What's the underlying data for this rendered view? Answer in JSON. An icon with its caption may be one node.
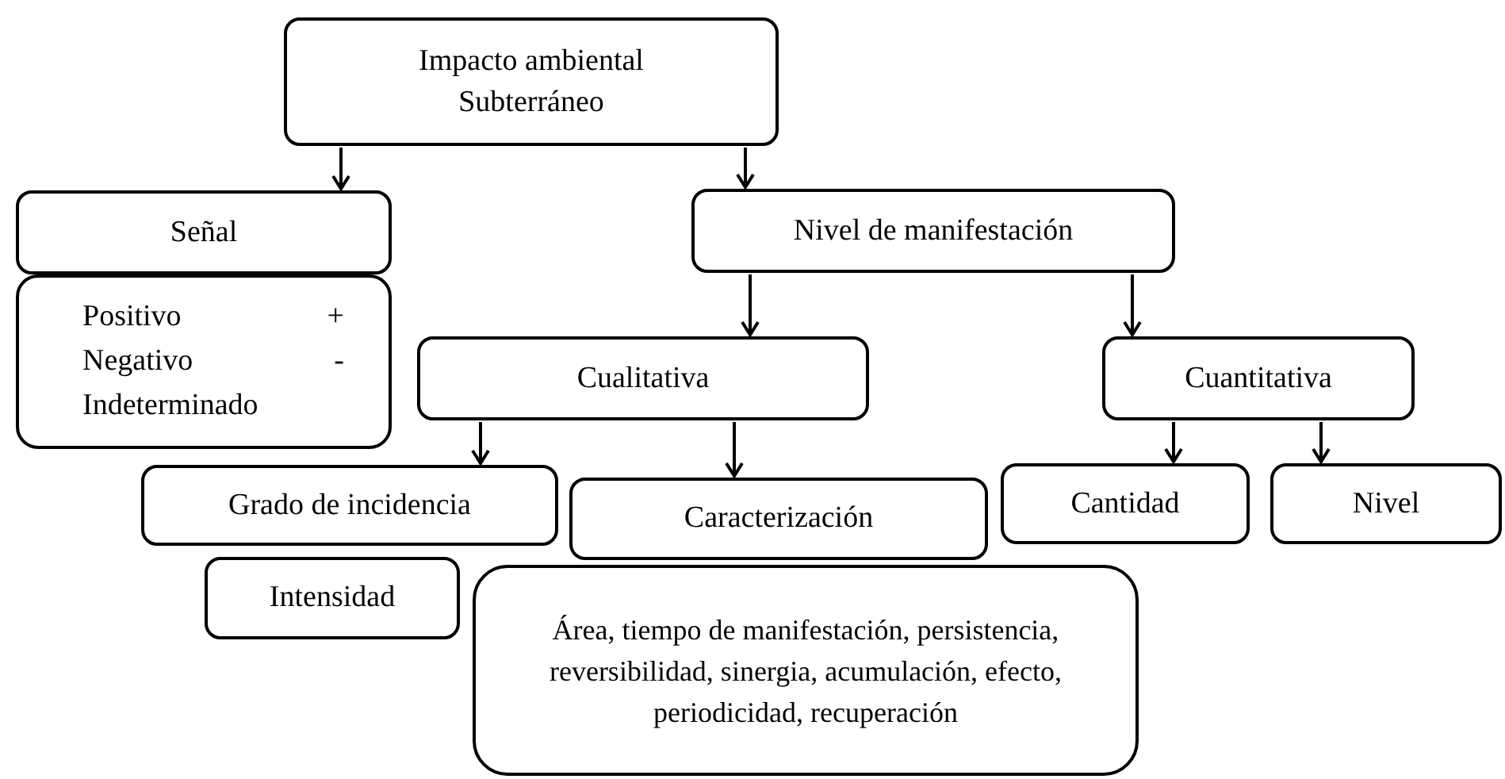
{
  "diagram": {
    "nodes": [
      {
        "text": [
          "Impacto ambiental Subterráneo"
        ]
      },
      {
        "text": [
          "Señal"
        ]
      },
      {
        "text": [
          "Positivo",
          "+",
          "Negativo",
          "-",
          "Indeterminado"
        ]
      },
      {
        "text": [
          "Nivel de manifestación"
        ]
      },
      {
        "text": [
          "Cualitativa"
        ]
      },
      {
        "text": [
          "Cuantitativa"
        ]
      },
      {
        "text": [
          "Grado de incidencia"
        ]
      },
      {
        "text": [
          "Caracterización"
        ]
      },
      {
        "text": [
          "Cantidad"
        ]
      },
      {
        "text": [
          "Nivel"
        ]
      },
      {
        "text": [
          "Intensidad"
        ]
      },
      {
        "text": [
          "Área, tiempo de manifestación, persistencia, reversibilidad, sinergia, acumulación, efecto, periodicidad, recuperación"
        ]
      }
    ],
    "edges": [
      {
        "from": 0,
        "to": 1,
        "arrow": "to"
      },
      {
        "from": 0,
        "to": 3,
        "arrow": "to"
      },
      {
        "from": 3,
        "to": 4,
        "arrow": "to"
      },
      {
        "from": 3,
        "to": 5,
        "arrow": "to"
      },
      {
        "from": 4,
        "to": 6,
        "arrow": "to"
      },
      {
        "from": 4,
        "to": 7,
        "arrow": "to"
      },
      {
        "from": 5,
        "to": 8,
        "arrow": "to"
      },
      {
        "from": 5,
        "to": 9,
        "arrow": "to"
      }
    ]
  }
}
